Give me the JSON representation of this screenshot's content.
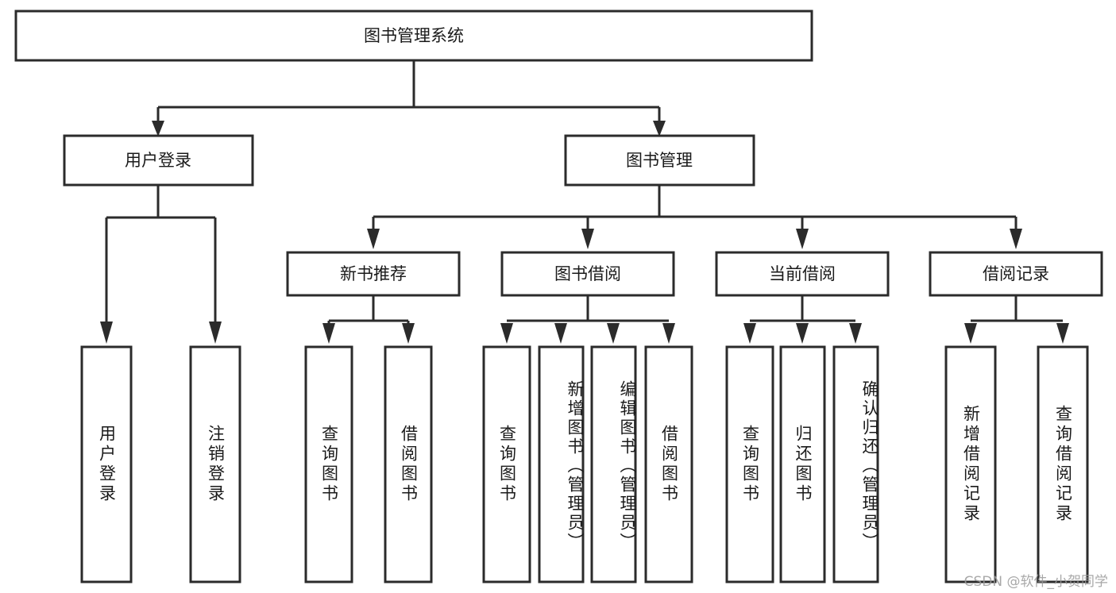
{
  "diagram": {
    "type": "tree-hierarchy",
    "title": "图书管理系统",
    "watermark": "CSDN @软件_小贺同学",
    "colors": {
      "box_fill": "#ffffff",
      "box_stroke": "#2b2b2b",
      "text": "#1a1a1a",
      "background": "#ffffff",
      "watermark": "#9a9a9a"
    },
    "levels": {
      "root": {
        "label": "图书管理系统"
      },
      "level2": [
        {
          "id": "user-login",
          "label": "用户登录"
        },
        {
          "id": "book-manage",
          "label": "图书管理"
        }
      ],
      "level3": [
        {
          "id": "new-book-recommend",
          "label": "新书推荐",
          "parent": "book-manage"
        },
        {
          "id": "book-borrow",
          "label": "图书借阅",
          "parent": "book-manage"
        },
        {
          "id": "current-borrow",
          "label": "当前借阅",
          "parent": "book-manage"
        },
        {
          "id": "borrow-record",
          "label": "借阅记录",
          "parent": "book-manage"
        }
      ],
      "leaves": [
        {
          "id": "leaf-user-login",
          "label": "用户登录",
          "parent": "user-login"
        },
        {
          "id": "leaf-user-logout",
          "label": "注销登录",
          "parent": "user-login"
        },
        {
          "id": "leaf-query-book-1",
          "label": "查询图书",
          "parent": "new-book-recommend"
        },
        {
          "id": "leaf-borrow-book-1",
          "label": "借阅图书",
          "parent": "new-book-recommend"
        },
        {
          "id": "leaf-query-book-2",
          "label": "查询图书",
          "parent": "book-borrow"
        },
        {
          "id": "leaf-add-book",
          "label": "新增图书（管理员）",
          "parent": "book-borrow"
        },
        {
          "id": "leaf-edit-book",
          "label": "编辑图书（管理员）",
          "parent": "book-borrow"
        },
        {
          "id": "leaf-borrow-book-2",
          "label": "借阅图书",
          "parent": "book-borrow"
        },
        {
          "id": "leaf-query-book-3",
          "label": "查询图书",
          "parent": "current-borrow"
        },
        {
          "id": "leaf-return-book",
          "label": "归还图书",
          "parent": "current-borrow"
        },
        {
          "id": "leaf-confirm-return",
          "label": "确认归还（管理员）",
          "parent": "current-borrow"
        },
        {
          "id": "leaf-add-record",
          "label": "新增借阅记录",
          "parent": "borrow-record"
        },
        {
          "id": "leaf-query-record",
          "label": "查询借阅记录",
          "parent": "borrow-record"
        }
      ]
    }
  }
}
